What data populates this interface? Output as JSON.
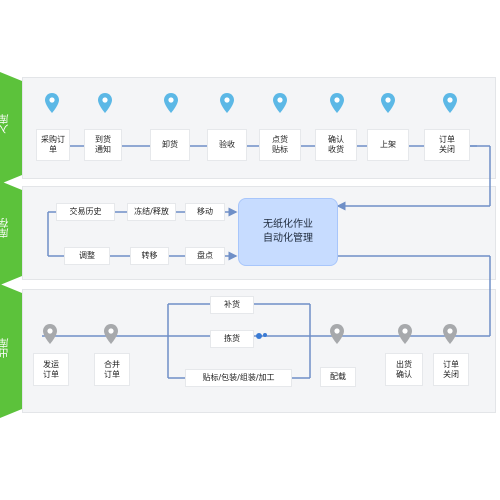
{
  "sections": {
    "inbound": "入库",
    "stock": "库存",
    "outbound": "出库"
  },
  "inbound_steps": [
    "采购订\n单",
    "到货\n通知",
    "卸货",
    "验收",
    "点货\n贴标",
    "确认\n收货",
    "上架",
    "订单\n关闭"
  ],
  "stock_nodes": {
    "history": "交易历史",
    "freeze": "冻结/释放",
    "move": "移动",
    "adjust": "调整",
    "transfer": "转移",
    "count": "盘点"
  },
  "core": "无纸化作业\n自动化管理",
  "outbound_steps": {
    "ship_order": "发运\n订单",
    "merge_order": "合并\n订单",
    "replenish": "补货",
    "pick": "拣货",
    "label": "贴标/包装/组装/加工",
    "load": "配载",
    "confirm": "出货\n确认",
    "close": "订单\n关闭"
  },
  "colors": {
    "section_arrow": "#5cc23b",
    "line": "#6f8fc7",
    "pin_inbound": "#5cb8e6",
    "pin_outbound": "#a7a9ac",
    "core_fill": "#c7dcff"
  }
}
